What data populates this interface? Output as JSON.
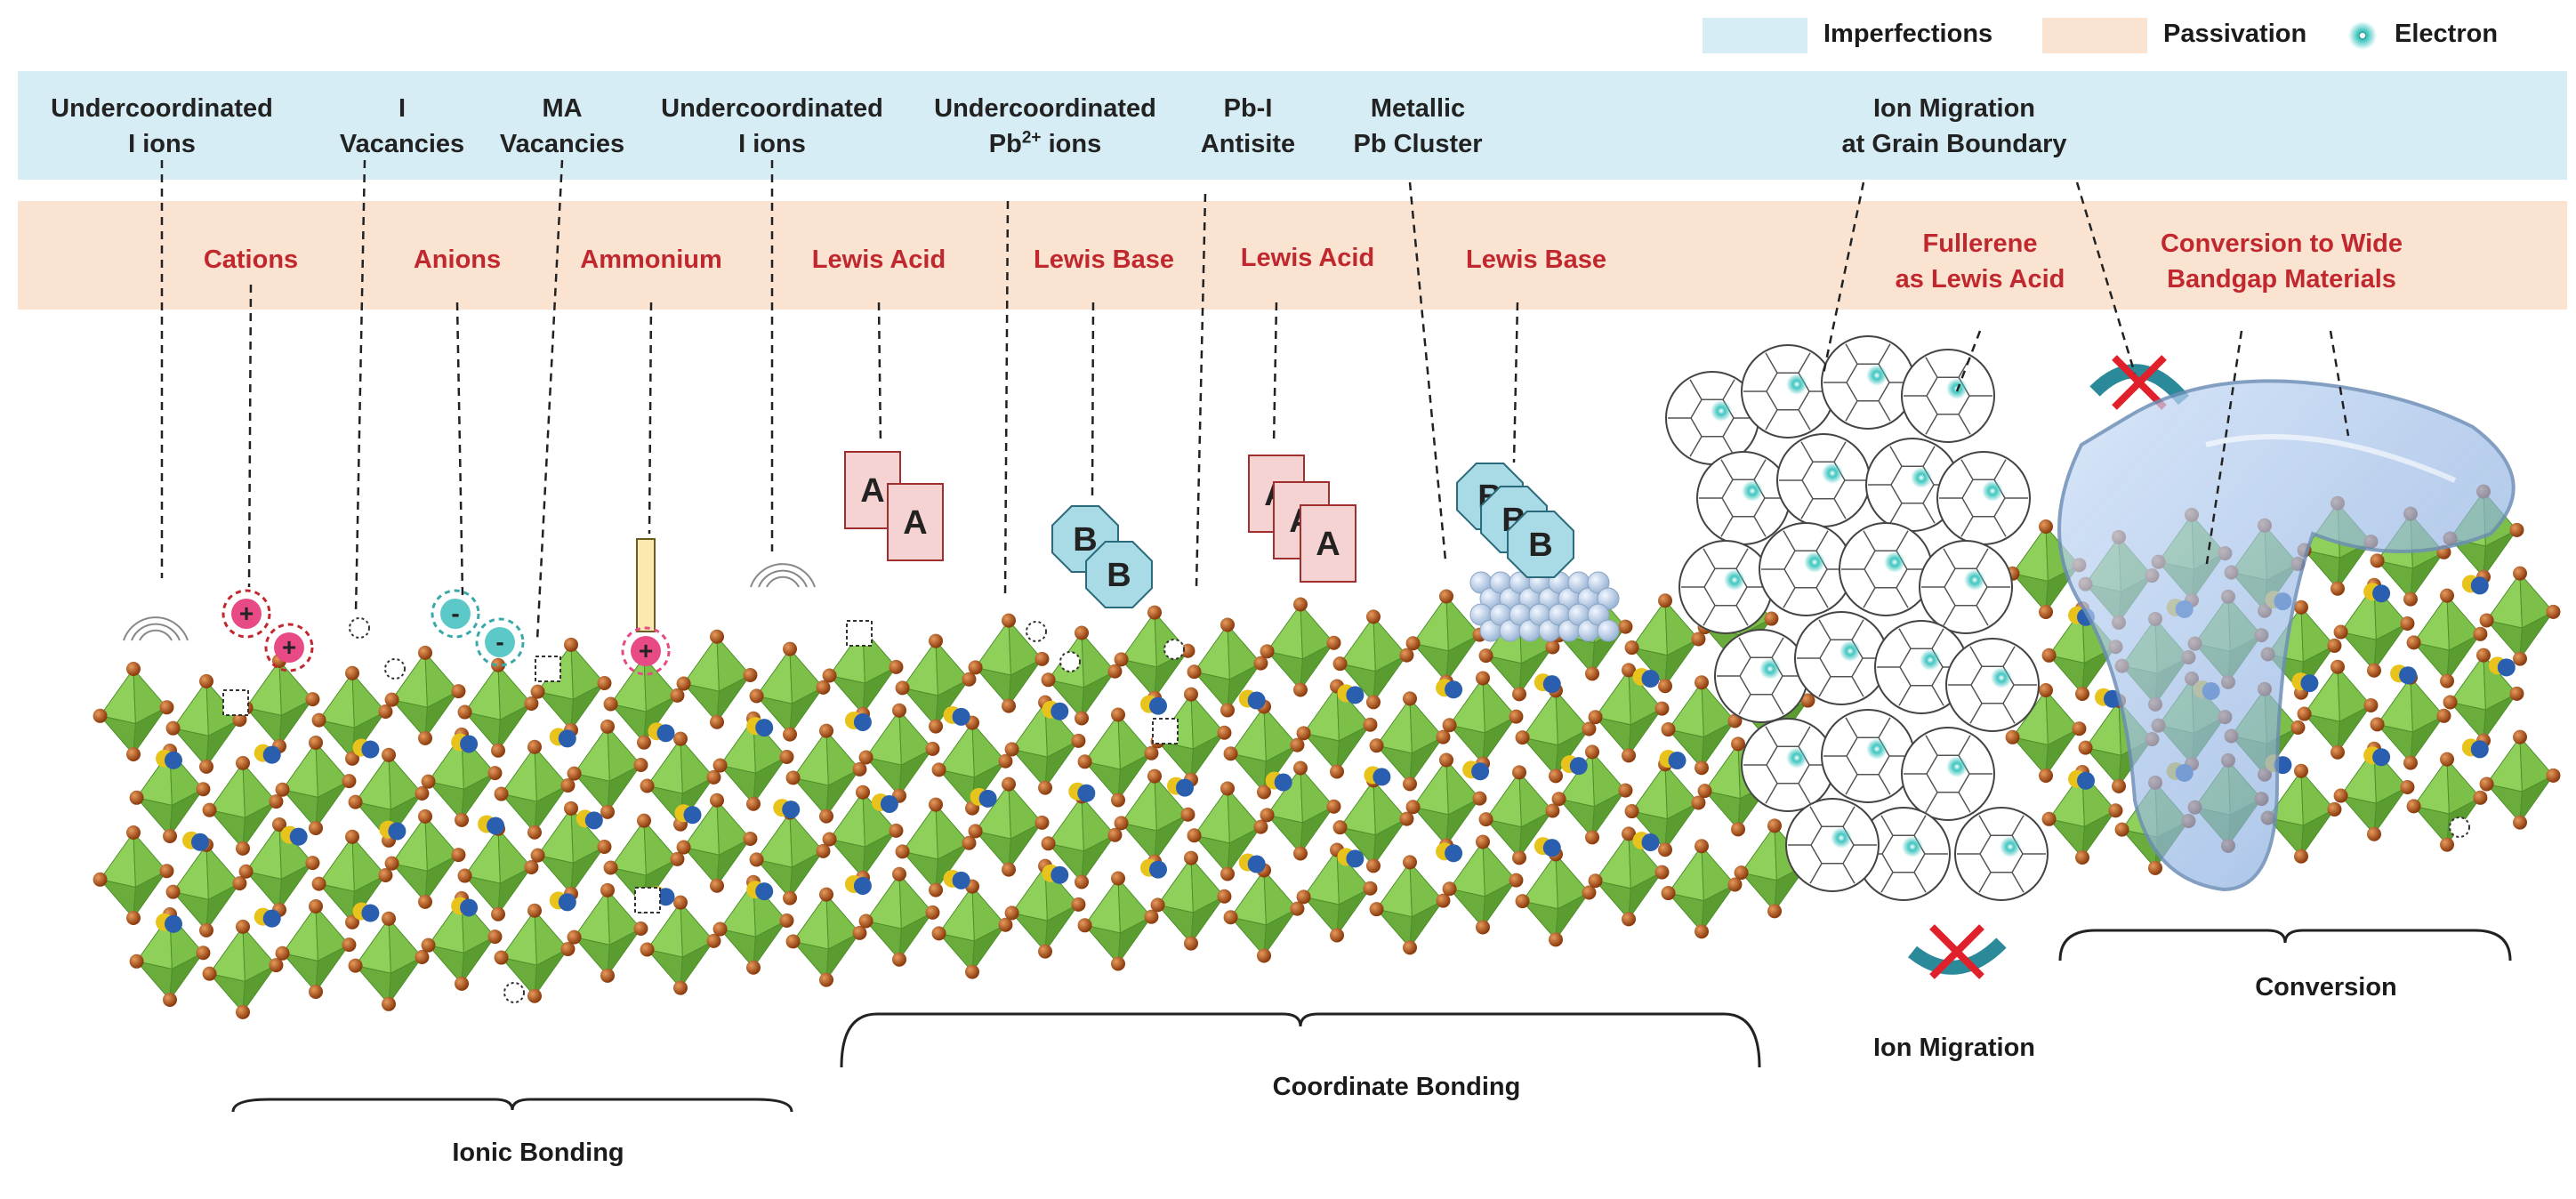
{
  "legend": {
    "imperfections": "Imperfections",
    "passivation": "Passivation",
    "electron": "Electron",
    "colors": {
      "imperfections": "#d6edf5",
      "passivation": "#fbe3d2",
      "electron": "#3ec6c0"
    }
  },
  "imperfections": [
    {
      "line1": "Undercoordinated",
      "line2": "I ions"
    },
    {
      "line1": "I",
      "line2": "Vacancies"
    },
    {
      "line1": "MA",
      "line2": "Vacancies"
    },
    {
      "line1": "Undercoordinated",
      "line2": "I ions"
    },
    {
      "line1": "Undercoordinated",
      "line2": "Pb",
      "sup": "2+",
      "tail": " ions"
    },
    {
      "line1": "Pb-I",
      "line2": "Antisite"
    },
    {
      "line1": "Metallic",
      "line2": "Pb Cluster"
    },
    {
      "line1": "Ion Migration",
      "line2": "at Grain Boundary"
    }
  ],
  "passivation": [
    {
      "line1": "Cations"
    },
    {
      "line1": "Anions"
    },
    {
      "line1": "Ammonium"
    },
    {
      "line1": "Lewis Acid"
    },
    {
      "line1": "Lewis Base"
    },
    {
      "line1": "Lewis Acid"
    },
    {
      "line1": "Lewis Base"
    },
    {
      "line1": "Fullerene",
      "line2": "as Lewis Acid"
    },
    {
      "line1": "Conversion to Wide",
      "line2": "Bandgap Materials"
    }
  ],
  "molecules": {
    "acid": "A",
    "base": "B",
    "plus": "+",
    "minus": "-"
  },
  "groups": {
    "ionic": "Ionic Bonding",
    "coordinate": "Coordinate Bonding",
    "migration": "Ion Migration",
    "conversion": "Conversion"
  },
  "colors": {
    "octahedron": "#7cc04a",
    "octahedron_dark": "#4e8f2a",
    "iodide": "#a64b12",
    "cation_blue": "#2a5fb0",
    "cation_yellow": "#e8c31c",
    "acid_fill": "#f6d3d3",
    "base_fill": "#a8dbe6",
    "label_red": "#c0282e",
    "plus_pink": "#e84a86",
    "arrow_teal": "#2a8a9a",
    "cross_red": "#e0202a"
  }
}
